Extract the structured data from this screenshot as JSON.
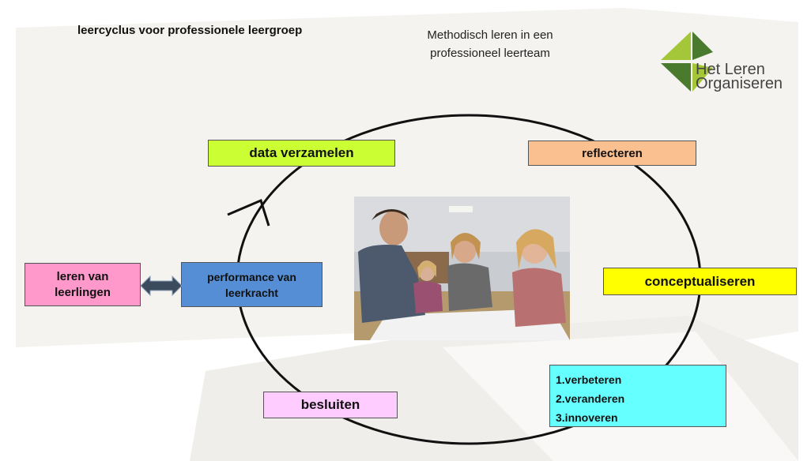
{
  "slide": {
    "title": "leercyclus voor professionele leergroep",
    "subtitle_line1": "Methodisch leren in een",
    "subtitle_line2": "professioneel leerteam"
  },
  "logo": {
    "line1": "Het Leren",
    "line2": "Organiseren",
    "colors": {
      "light_green": "#a4c639",
      "dark_green": "#4a7a2e"
    }
  },
  "cycle": {
    "data_verzamelen": {
      "label": "data verzamelen",
      "color": "#ccff33"
    },
    "reflecteren": {
      "label": "reflecteren",
      "color": "#fac090"
    },
    "conceptualiseren": {
      "label": "conceptualiseren",
      "color": "#ffff00"
    },
    "besluiten": {
      "label": "besluiten",
      "color": "#ffccff"
    },
    "steps": {
      "color": "#66ffff",
      "items": [
        "1.verbeteren",
        "2.veranderen",
        "3.innoveren"
      ]
    }
  },
  "side": {
    "leren_van_leerlingen": {
      "line1": "leren van",
      "line2": "leerlingen",
      "color": "#ff99cc"
    },
    "performance": {
      "line1": "performance van",
      "line2": "leerkracht",
      "color": "#558ed5"
    },
    "arrow_color": "#3b4a5c"
  },
  "photo": {
    "icon": "meeting-photo"
  }
}
